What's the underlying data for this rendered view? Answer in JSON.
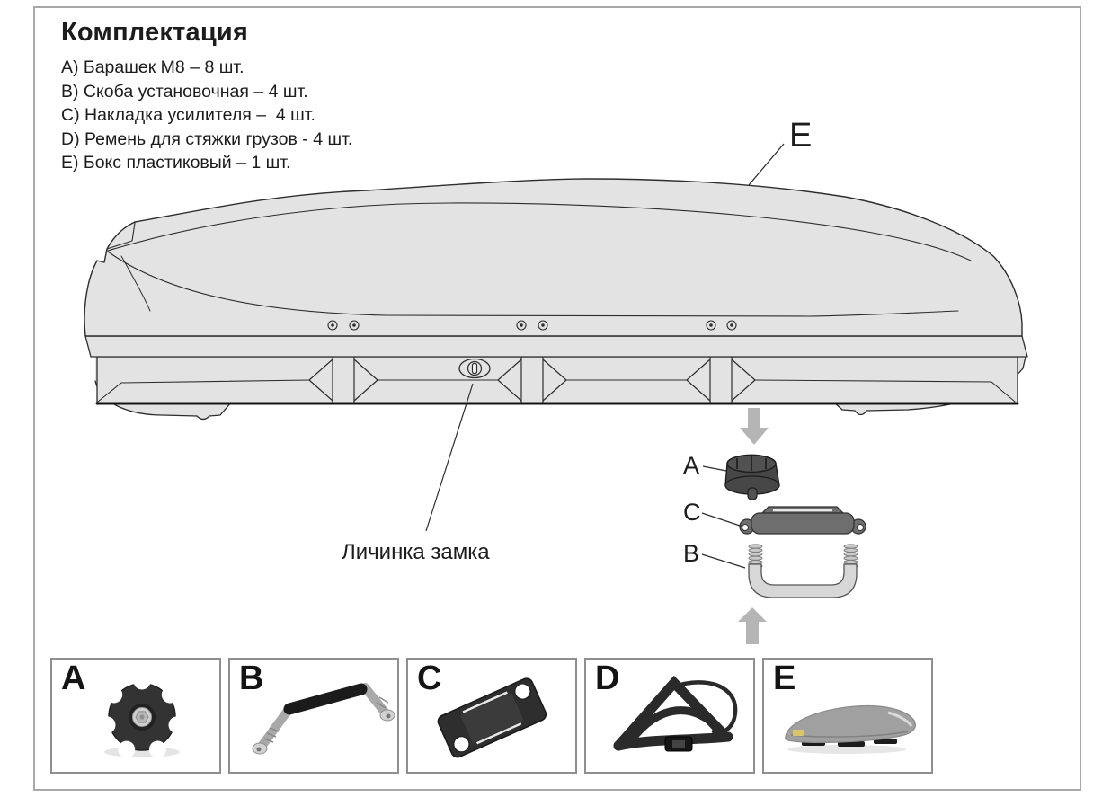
{
  "page": {
    "title": "Комплектация"
  },
  "parts_list": {
    "items": [
      "A) Барашек М8 – 8 шт.",
      "B) Скоба установочная – 4 шт.",
      "C) Накладка усилителя –  4 шт.",
      "D) Ремень для стяжки грузов - 4 шт.",
      "E) Бокс пластиковый – 1 шт."
    ]
  },
  "diagram": {
    "box_callout": "E",
    "lock_callout": "Личинка замка",
    "assembly_callouts": {
      "knob": "A",
      "plate": "C",
      "bracket": "B"
    }
  },
  "thumbnails": {
    "letters": [
      "A",
      "B",
      "C",
      "D",
      "E"
    ]
  },
  "colors": {
    "frame_border": "#a8a8a8",
    "thumb_border": "#8f8f8f",
    "drawing_fill": "#e3e3e3",
    "drawing_stroke": "#2d2d2d",
    "arrow_gray": "#b5b5b5",
    "knob_dark": "#474747",
    "plate_gray": "#6e6e6e",
    "ubolt_light": "#d7d7d7",
    "text": "#1c1c1c"
  }
}
